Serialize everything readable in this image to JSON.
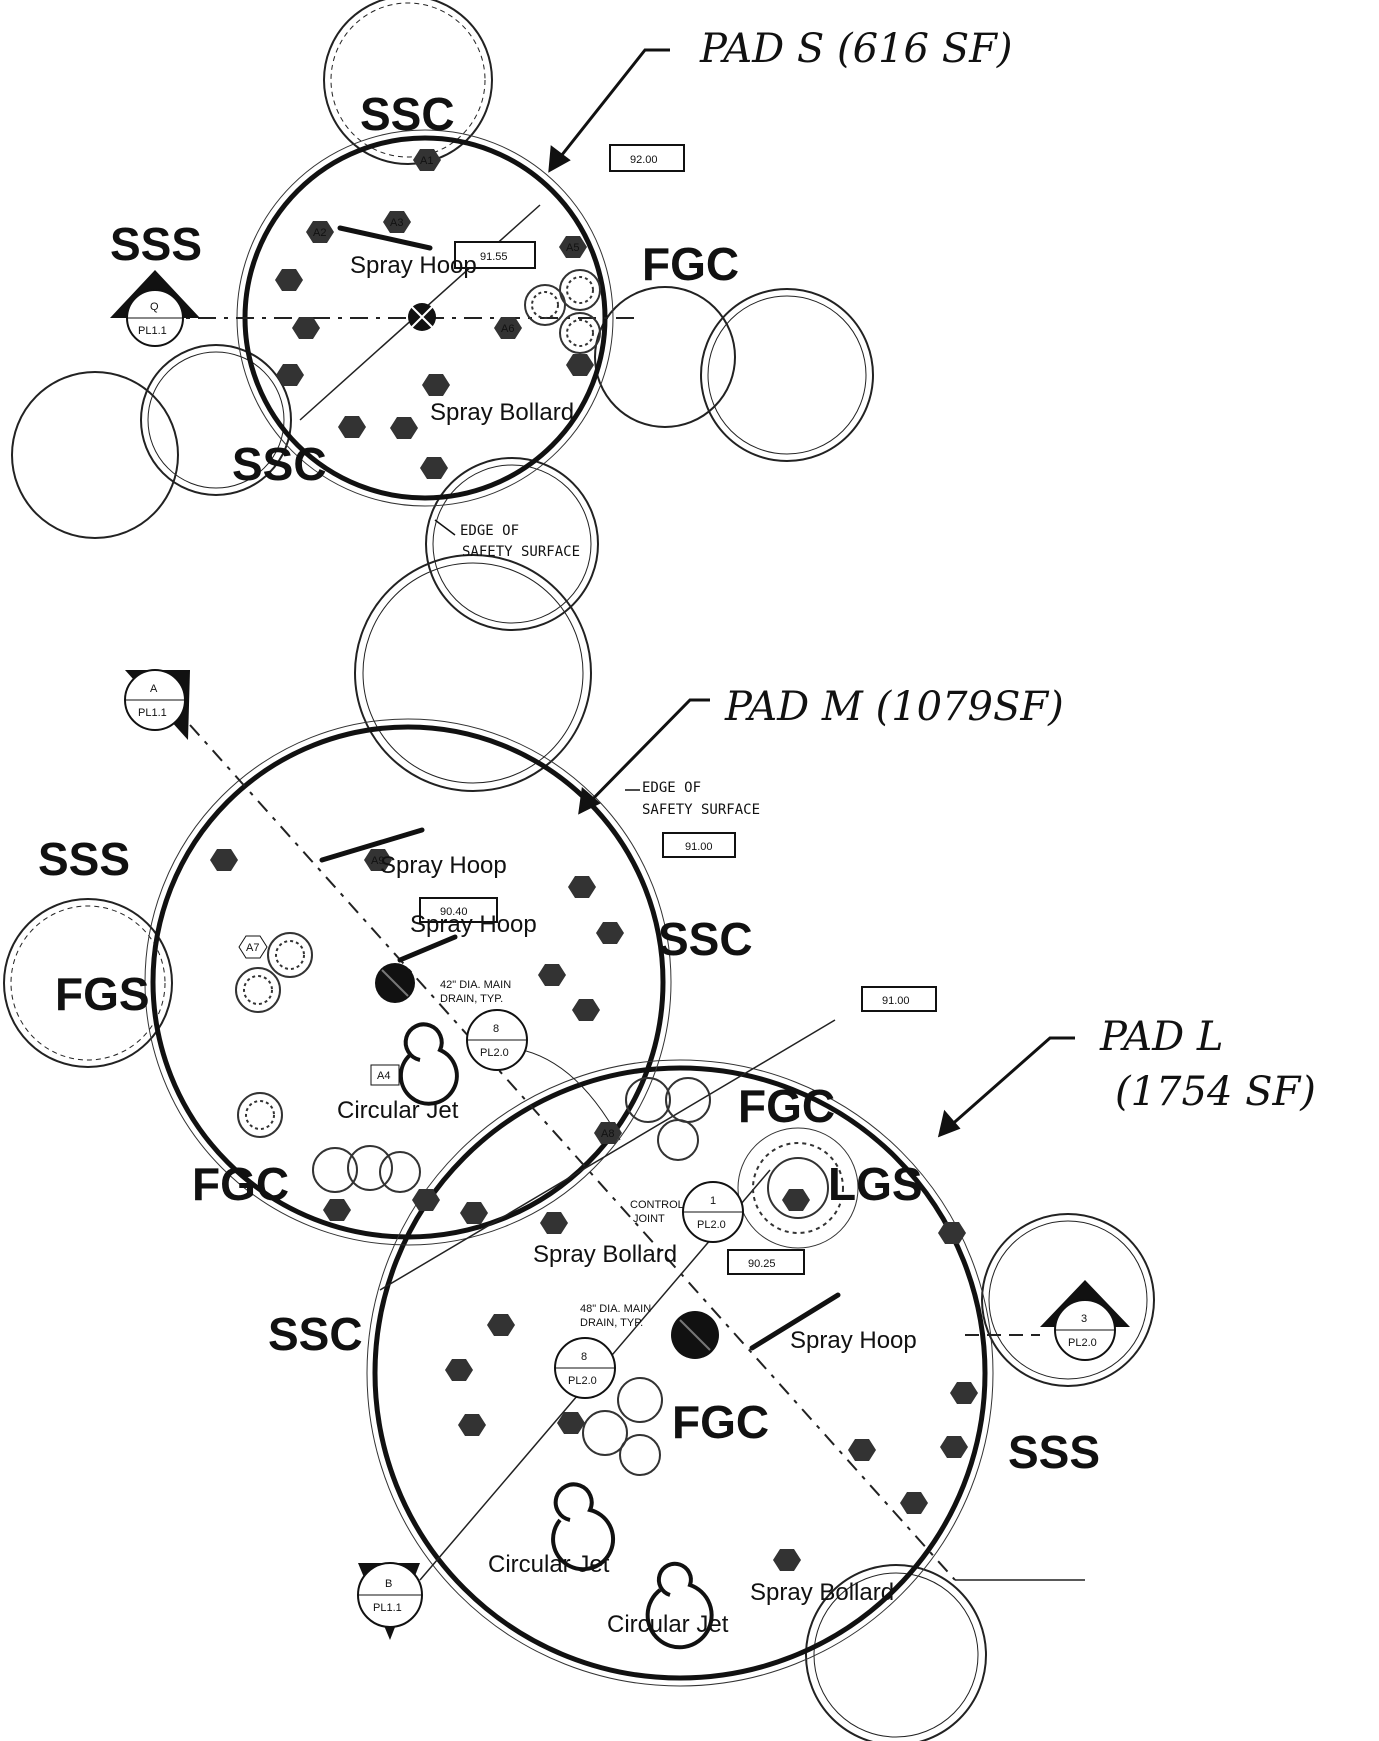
{
  "pads": {
    "s": {
      "title": "PAD S (616 SF)"
    },
    "m": {
      "title": "PAD M (1079SF)"
    },
    "l": {
      "title_line1": "PAD L",
      "title_line2": "(1754 SF)"
    }
  },
  "zone_labels": {
    "s_ssc_top": "SSC",
    "s_sss": "SSS",
    "s_fgc": "FGC",
    "s_ssc_bottom": "SSC",
    "m_sss": "SSS",
    "m_fgs": "FGS",
    "m_ssc": "SSC",
    "m_fgc": "FGC",
    "l_fgc_top": "FGC",
    "l_lgs": "LGS",
    "l_ssc": "SSC",
    "l_fgc_mid": "FGC",
    "l_sss": "SSS"
  },
  "features": {
    "s_spray_hoop": "Spray Hoop",
    "s_spray_bollard": "Spray Bollard",
    "m_spray_hoop_1": "Spray Hoop",
    "m_spray_hoop_2": "Spray Hoop",
    "m_circular_jet": "Circular Jet",
    "l_spray_bollard_1": "Spray Bollard",
    "l_spray_hoop": "Spray Hoop",
    "l_circular_jet_1": "Circular Jet",
    "l_circular_jet_2": "Circular Jet",
    "l_spray_bollard_2": "Spray Bollard"
  },
  "elevations": {
    "s_edge": "92.00",
    "s_center": "91.55",
    "m_edge": "91.00",
    "m_center": "90.40",
    "l_edge": "91.00",
    "l_center": "90.25"
  },
  "notes": {
    "s_edge_line1": "EDGE OF",
    "s_edge_line2": "SAFETY SURFACE",
    "m_edge_line1": "EDGE OF",
    "m_edge_line2": "SAFETY SURFACE",
    "m_drain_line1": "42\" DIA. MAIN",
    "m_drain_line2": "DRAIN, TYP.",
    "l_drain_line1": "48\" DIA. MAIN",
    "l_drain_line2": "DRAIN, TYP.",
    "l_control_line1": "CONTROL",
    "l_control_line2": "JOINT"
  },
  "section_markers": {
    "q": {
      "letter": "Q",
      "sheet": "PL1.1"
    },
    "a": {
      "letter": "A",
      "sheet": "PL1.1"
    },
    "b_bottom": {
      "letter": "B",
      "sheet": "PL1.1"
    },
    "b_m": {
      "letter": "8",
      "sheet": "PL2.0"
    },
    "one": {
      "letter": "1",
      "sheet": "PL2.0"
    },
    "b_l": {
      "letter": "8",
      "sheet": "PL2.0"
    },
    "three": {
      "letter": "3",
      "sheet": "PL2.0"
    }
  },
  "tags": {
    "a1": "A1",
    "a2": "A2",
    "a3": "A3",
    "a4": "A4",
    "a5": "A5",
    "a6": "A6",
    "a7": "A7",
    "a8": "A8",
    "a9": "A9"
  }
}
